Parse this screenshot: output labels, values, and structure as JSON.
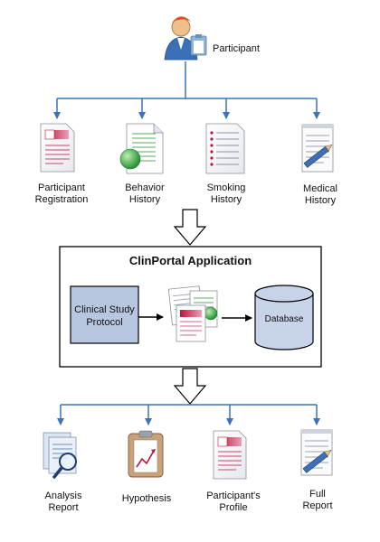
{
  "top": {
    "participant_label": "Participant"
  },
  "inputs": [
    {
      "label": "Participant\nRegistration",
      "icon": "registration-form-icon"
    },
    {
      "label": "Behavior\nHistory",
      "icon": "behavior-history-document-icon"
    },
    {
      "label": "Smoking\nHistory",
      "icon": "smoking-history-list-icon"
    },
    {
      "label": "Medical\nHistory",
      "icon": "medical-history-notepad-icon"
    }
  ],
  "application": {
    "title": "ClinPortal Application",
    "protocol": "Clinical Study\nProtocol",
    "database": "Database"
  },
  "outputs": [
    {
      "label": "Analysis\nReport",
      "icon": "analysis-report-magnifier-icon"
    },
    {
      "label": "Hypothesis",
      "icon": "hypothesis-clipboard-chart-icon"
    },
    {
      "label": "Participant's\nProfile",
      "icon": "participant-profile-document-icon"
    },
    {
      "label": "Full\nReport",
      "icon": "full-report-notepad-icon"
    }
  ],
  "colors": {
    "connector": "#3b73b9",
    "protocol_fill": "#b8c7e0",
    "database_fill": "#c7d3e8",
    "accent_red": "#c0143c",
    "accent_pink": "#e06b8c",
    "accent_green": "#2e9b3a"
  }
}
